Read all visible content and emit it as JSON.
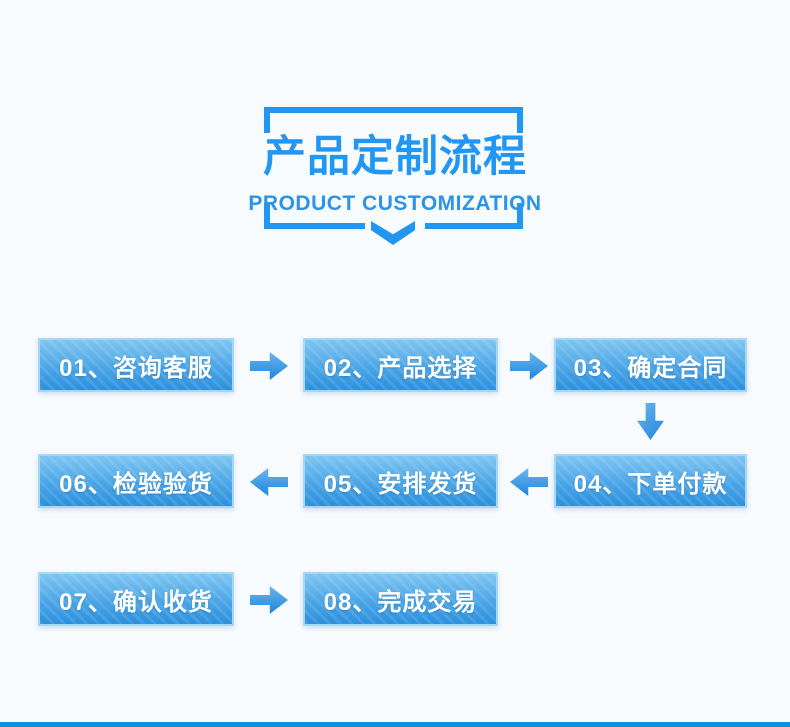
{
  "page": {
    "background_color": "#f8fbfe",
    "accent_color": "#2196f3",
    "bottom_bar_color": "#1491d2",
    "box_border_color": "#a6d8f5",
    "box_gradient_top": "#7ec5f1",
    "box_gradient_bottom": "#2b90dd",
    "step_text_color": "#ffffff"
  },
  "header": {
    "title": "产品定制流程",
    "subtitle": "PRODUCT CUSTOMIZATION",
    "chevron_icon": "chevron-down"
  },
  "flow": {
    "steps": [
      {
        "label": "01、咨询客服"
      },
      {
        "label": "02、产品选择"
      },
      {
        "label": "03、确定合同"
      },
      {
        "label": "04、下单付款"
      },
      {
        "label": "05、安排发货"
      },
      {
        "label": "06、检验验货"
      },
      {
        "label": "07、确认收货"
      },
      {
        "label": "08、完成交易"
      }
    ],
    "arrows": [
      {
        "from": "01",
        "to": "02",
        "direction": "right"
      },
      {
        "from": "02",
        "to": "03",
        "direction": "right"
      },
      {
        "from": "03",
        "to": "04",
        "direction": "down"
      },
      {
        "from": "04",
        "to": "05",
        "direction": "left"
      },
      {
        "from": "05",
        "to": "06",
        "direction": "left"
      },
      {
        "from": "07",
        "to": "08",
        "direction": "right"
      }
    ]
  }
}
